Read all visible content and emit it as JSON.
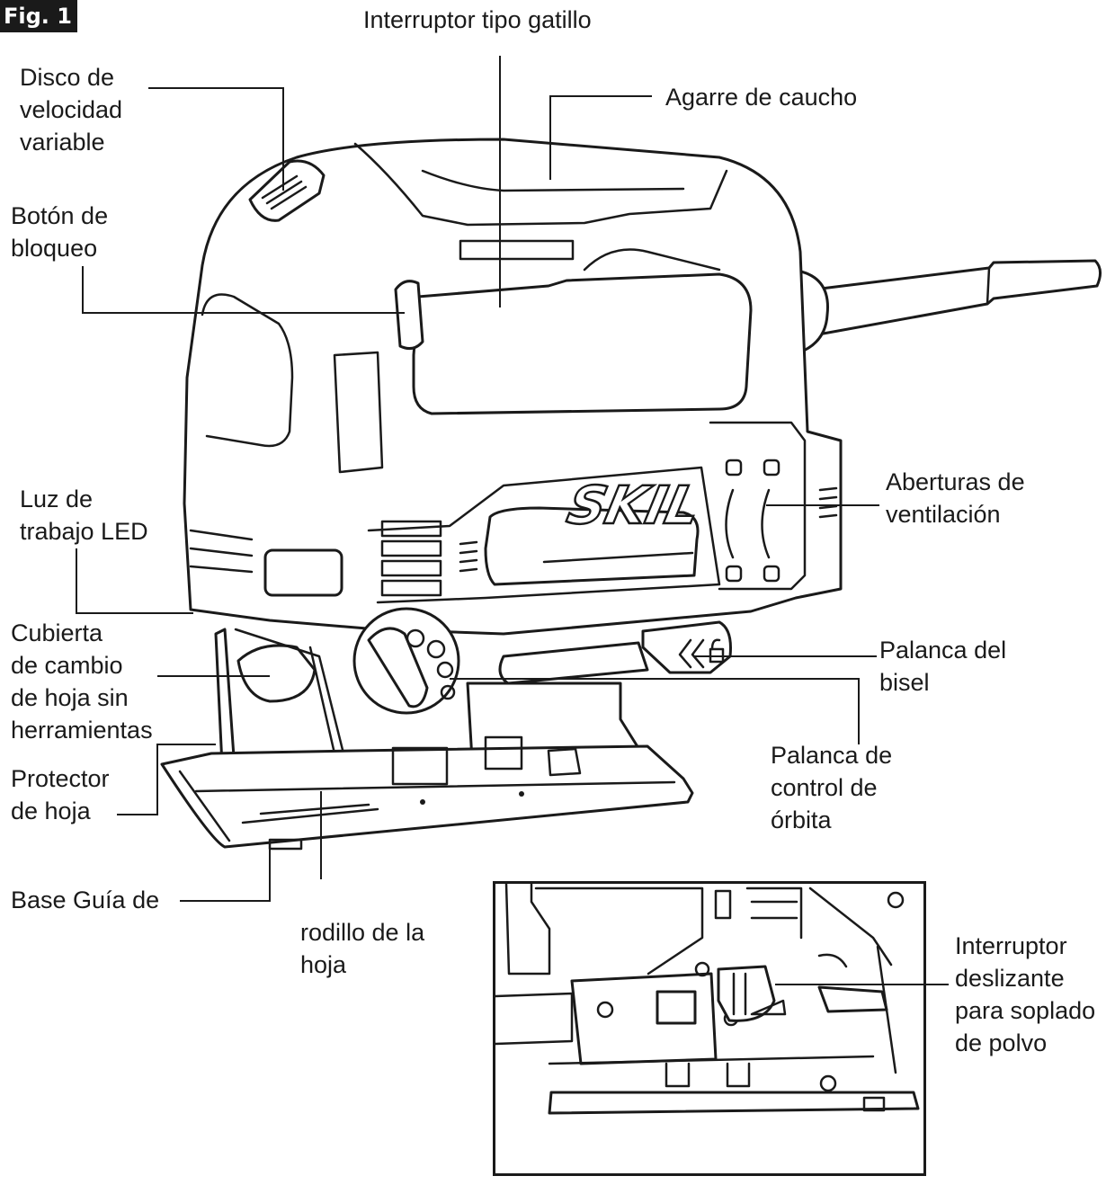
{
  "figure": {
    "label": "Fig. 1"
  },
  "brand": {
    "logo_text": "SKIL"
  },
  "callouts": {
    "trigger_switch": [
      "Interruptor tipo gatillo"
    ],
    "variable_speed_dial": [
      "Disco de",
      "velocidad",
      "variable"
    ],
    "rubber_grip": [
      "Agarre de caucho"
    ],
    "lock_button": [
      "Botón de",
      "bloqueo"
    ],
    "vents": [
      "Aberturas de",
      "ventilación"
    ],
    "led_light": [
      "Luz de",
      "trabajo LED"
    ],
    "blade_change_cover": [
      "Cubierta",
      "de cambio",
      "de hoja sin",
      "herramientas"
    ],
    "bevel_lever": [
      "Palanca del",
      "bisel"
    ],
    "blade_guard": [
      "Protector",
      "de hoja"
    ],
    "orbit_lever": [
      "Palanca de",
      "control de",
      "órbita"
    ],
    "base": [
      "Base Guía de"
    ],
    "blade_roller": [
      "rodillo de la",
      "hoja"
    ],
    "dust_blower_switch": [
      "Interruptor",
      "deslizante",
      "para soplado",
      "de polvo"
    ]
  }
}
